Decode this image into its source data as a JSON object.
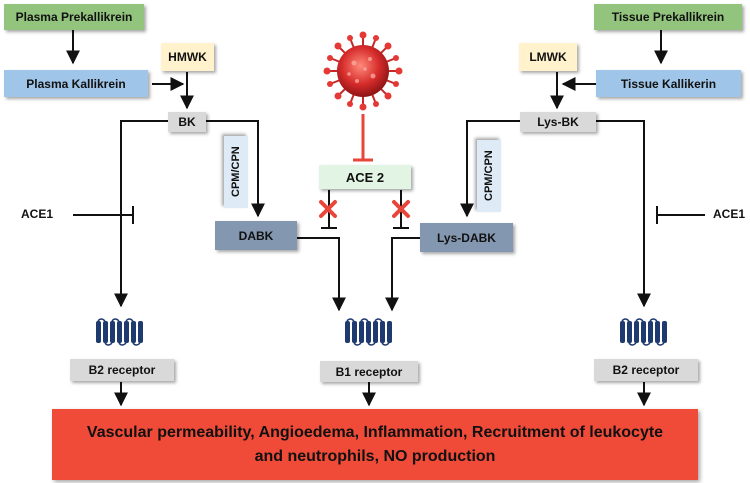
{
  "left": {
    "precursor": "Plasma Prekallikrein",
    "enzyme": "Plasma Kallikrein",
    "kininogen": "HMWK",
    "kinin": "BK",
    "metabolite": "DABK",
    "peptidase": "CPM/CPN",
    "inhibitor": "ACE1",
    "receptor": "B2 receptor"
  },
  "right": {
    "precursor": "Tissue Prekallikrein",
    "enzyme": "Tissue Kallikerin",
    "kininogen": "LMWK",
    "kinin": "Lys-BK",
    "metabolite": "Lys-DABK",
    "peptidase": "CPM/CPN",
    "inhibitor": "ACE1",
    "receptor": "B2 receptor"
  },
  "center": {
    "enzyme": "ACE 2",
    "receptor": "B1 receptor"
  },
  "outcome": "Vascular permeability, Angioedema, Inflammation, Recruitment of leukocyte and neutrophils, NO production",
  "colors": {
    "precursor": "#93c47d",
    "kallikrein": "#9fc5e8",
    "kininogen": "#fff2cc",
    "kinin": "#d9d9d9",
    "metabolite": "#8497b0",
    "ace2": "#e2f5e4",
    "outcome": "#f04a38",
    "virus": "#d62b2b",
    "receptor": "#1f3a6e",
    "block_mark": "#e8463a"
  },
  "icons": [
    "virus-icon",
    "gpcr-receptor-icon",
    "x-mark-icon"
  ]
}
